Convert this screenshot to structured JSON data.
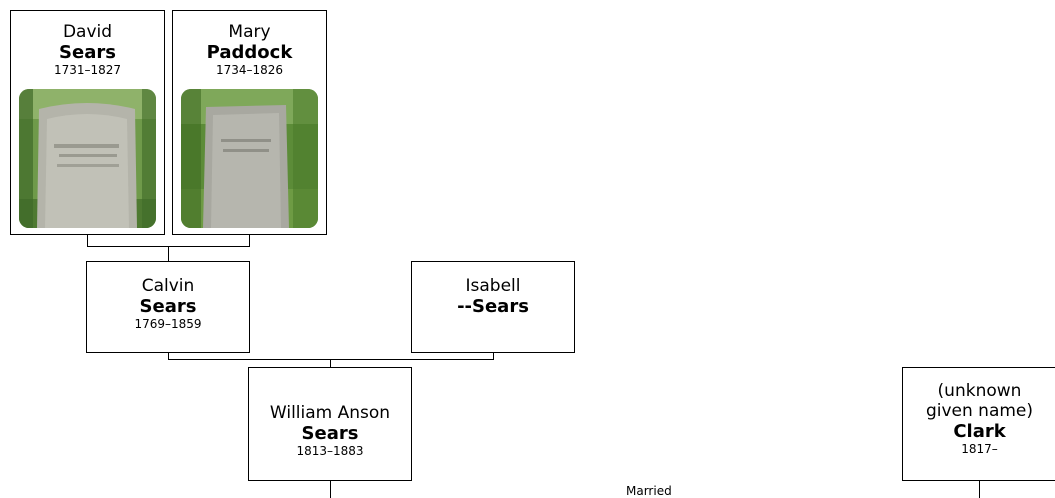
{
  "people": {
    "david": {
      "given": "David",
      "surname": "Sears",
      "dates": "1731–1827"
    },
    "mary": {
      "given": "Mary",
      "surname": "Paddock",
      "dates": "1734–1826"
    },
    "calvin": {
      "given": "Calvin",
      "surname": "Sears",
      "dates": "1769–1859"
    },
    "isabell": {
      "given": "Isabell",
      "surname": "--Sears"
    },
    "william": {
      "given": "William Anson",
      "surname": "Sears",
      "dates": "1813–1883"
    },
    "clark": {
      "given_line1": "(unknown",
      "given_line2": "given name)",
      "surname": "Clark",
      "dates": "1817–"
    }
  },
  "relationship_label": "Married",
  "colors": {
    "border": "#000000",
    "background": "#ffffff"
  },
  "icons": {
    "david_photo": "gravestone-photo",
    "mary_photo": "gravestone-photo"
  }
}
